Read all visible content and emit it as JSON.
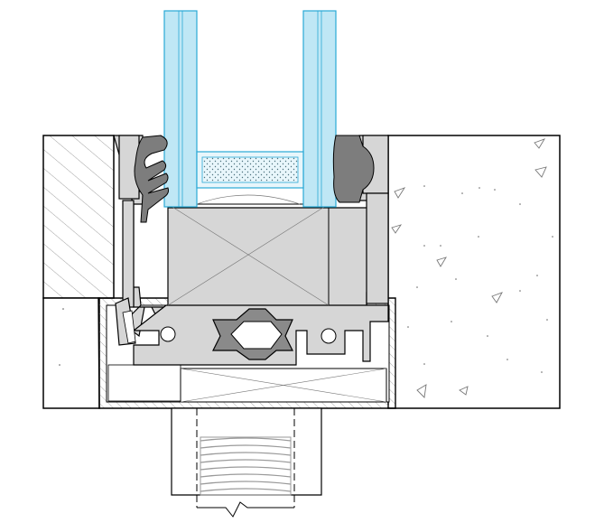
{
  "diagram": {
    "subject": "",
    "components": [
      {
        "id": "glass-left",
        "icon": "glass-pane-icon"
      },
      {
        "id": "glass-right",
        "icon": "glass-pane-icon"
      },
      {
        "id": "spacer-bar",
        "icon": "spacer-icon"
      },
      {
        "id": "gasket-left",
        "icon": "gasket-icon"
      },
      {
        "id": "gasket-right",
        "icon": "gasket-icon"
      },
      {
        "id": "aluminium-profile",
        "icon": "profile-icon"
      },
      {
        "id": "thermal-break",
        "icon": "thermal-break-icon"
      },
      {
        "id": "sill-cover",
        "icon": "sill-icon"
      },
      {
        "id": "concrete-wall",
        "icon": "concrete-icon"
      },
      {
        "id": "wood-block",
        "icon": "wood-icon"
      },
      {
        "id": "anchor-bolt",
        "icon": "bolt-icon"
      }
    ]
  },
  "colors": {
    "outline": "#000000",
    "glass": "#bfe7f5",
    "glass_edge": "#2aa9d6",
    "gasket": "#7d7d7d",
    "profile": "#d6d6d6",
    "spacer_fill": "#e8f6fb",
    "hatch": "#7a7a7a",
    "thread": "#9a9a9a"
  }
}
